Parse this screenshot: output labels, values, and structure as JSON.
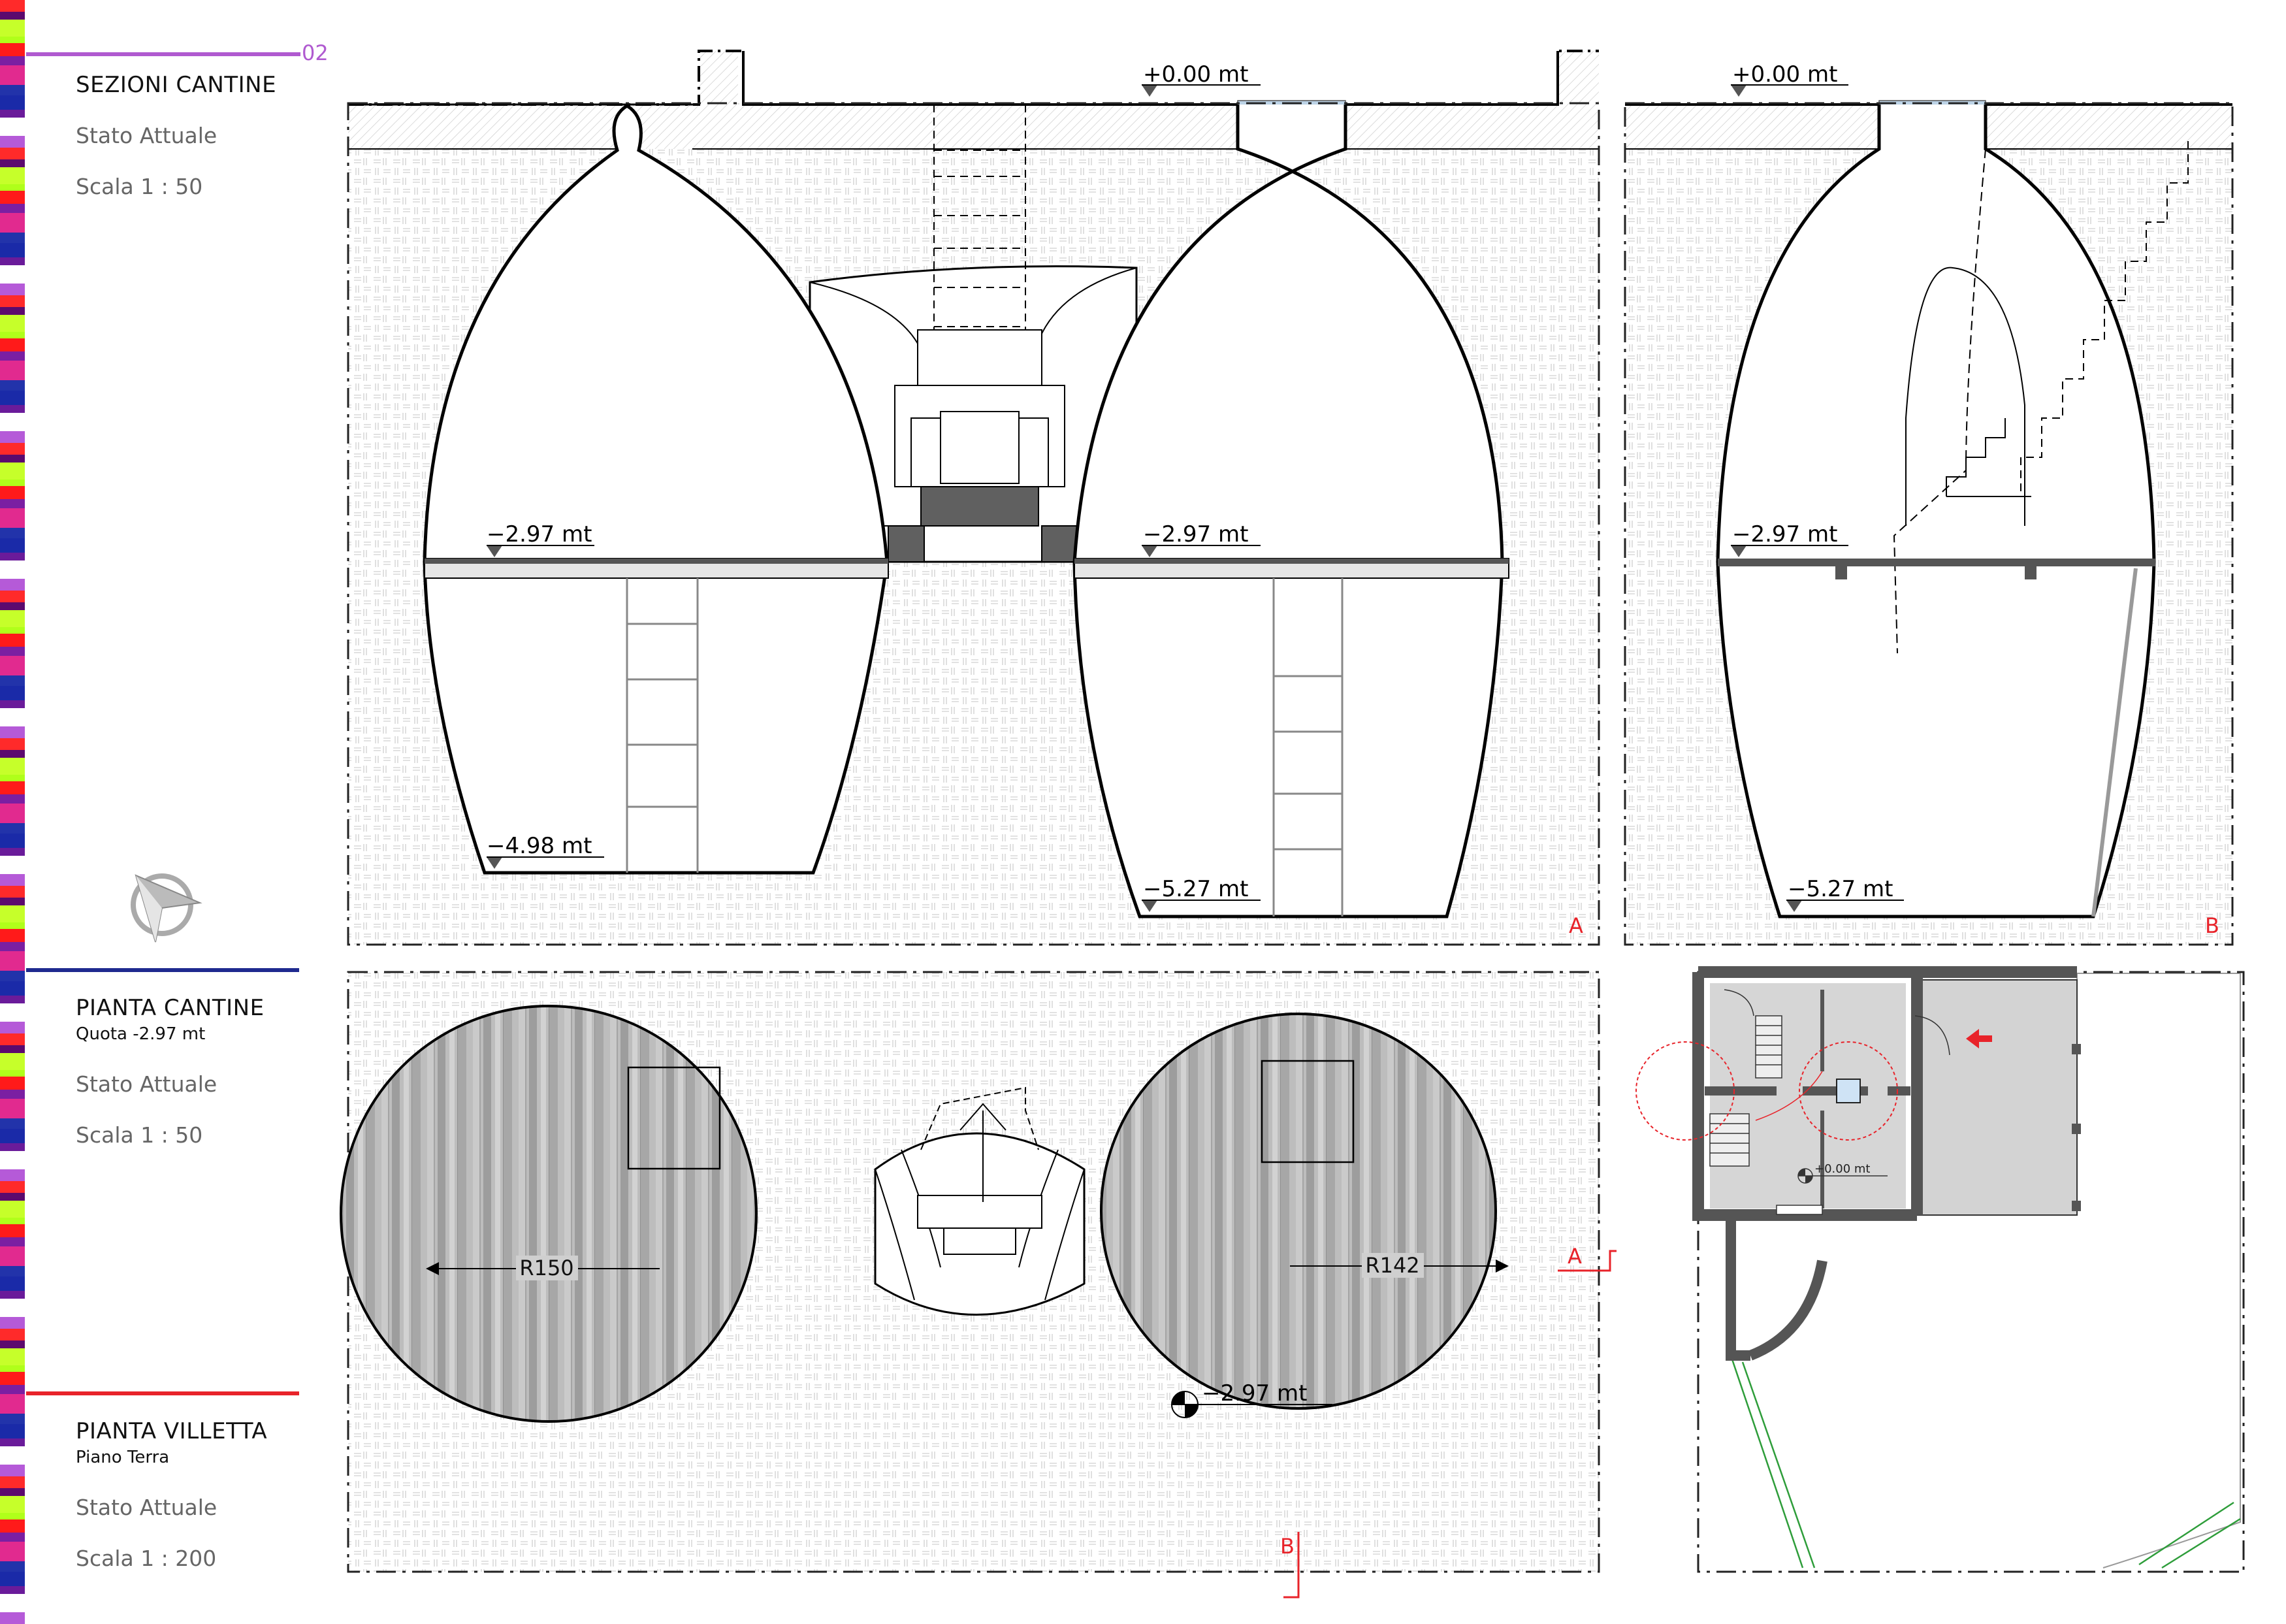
{
  "page_number": "02",
  "sections": [
    {
      "title": "SEZIONI CANTINE",
      "subtitle": "",
      "state": "Stato Attuale",
      "scale": "Scala 1 : 50",
      "color": "#b05ad0"
    },
    {
      "title": "PIANTA CANTINE",
      "subtitle": "Quota -2.97 mt",
      "state": "Stato Attuale",
      "scale": "Scala  1 : 50",
      "color": "#1f2a8f"
    },
    {
      "title": "PIANTA VILLETTA",
      "subtitle": "Piano Terra",
      "state": "Stato Attuale",
      "scale": "Scala  1 : 200",
      "color": "#e8232a"
    }
  ],
  "section_a": {
    "letter": "A",
    "levels": {
      "top_left": "+0.00 mt",
      "mid_left": "−2.97 mt",
      "mid_right": "−2.97 mt",
      "bottom_left": "−4.98 mt",
      "bottom_right": "−5.27 mt"
    }
  },
  "section_b": {
    "letter": "B",
    "levels": {
      "top": "+0.00 mt",
      "mid": "−2.97 mt",
      "bottom": "−5.27 mt"
    }
  },
  "plan_cellar": {
    "left_radius": "R150",
    "right_radius": "R142",
    "level": "−2.97 mt",
    "cut_a": "A",
    "cut_b": "B"
  },
  "plan_villa": {
    "level": "+0.00 mt"
  },
  "colors": {
    "red": "#e8232a",
    "blue": "#1f2a8f",
    "purple": "#b05ad0",
    "green": "#2e9d3a",
    "dark_fill": "#606060"
  },
  "color_strip": [
    "#ff2a2a",
    "#7b1fa2",
    "#ffffff",
    "#b0ff1a",
    "#1a2aa8",
    "#5c0a6e",
    "#e12a8f",
    "#b55ad8",
    "#ff1a1a",
    "#6a1b9a",
    "#c6ff2a",
    "#2233aa"
  ]
}
